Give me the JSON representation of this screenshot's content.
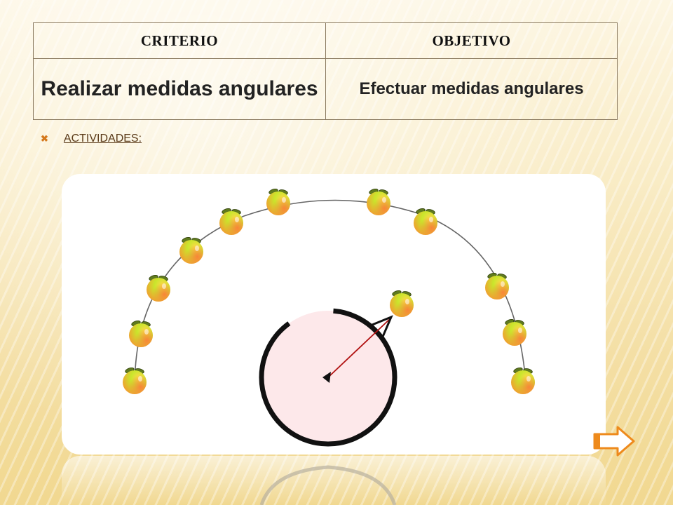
{
  "table": {
    "headers": {
      "criterio": "CRITERIO",
      "objetivo": "OBJETIVO"
    },
    "row": {
      "criterio": "Realizar  medidas angulares",
      "objetivo": "Efectuar  medidas angulares"
    }
  },
  "activities": {
    "label": "ACTIVIDADES:"
  },
  "colors": {
    "accent": "#d4781c",
    "circle_fill": "#fde8ea",
    "pointer": "#b01010",
    "arrow_fill": "#ffffff",
    "arrow_stroke": "#ee8a1c"
  },
  "icons": {
    "bullet": "x-bullet-icon",
    "next": "right-arrow-icon"
  }
}
